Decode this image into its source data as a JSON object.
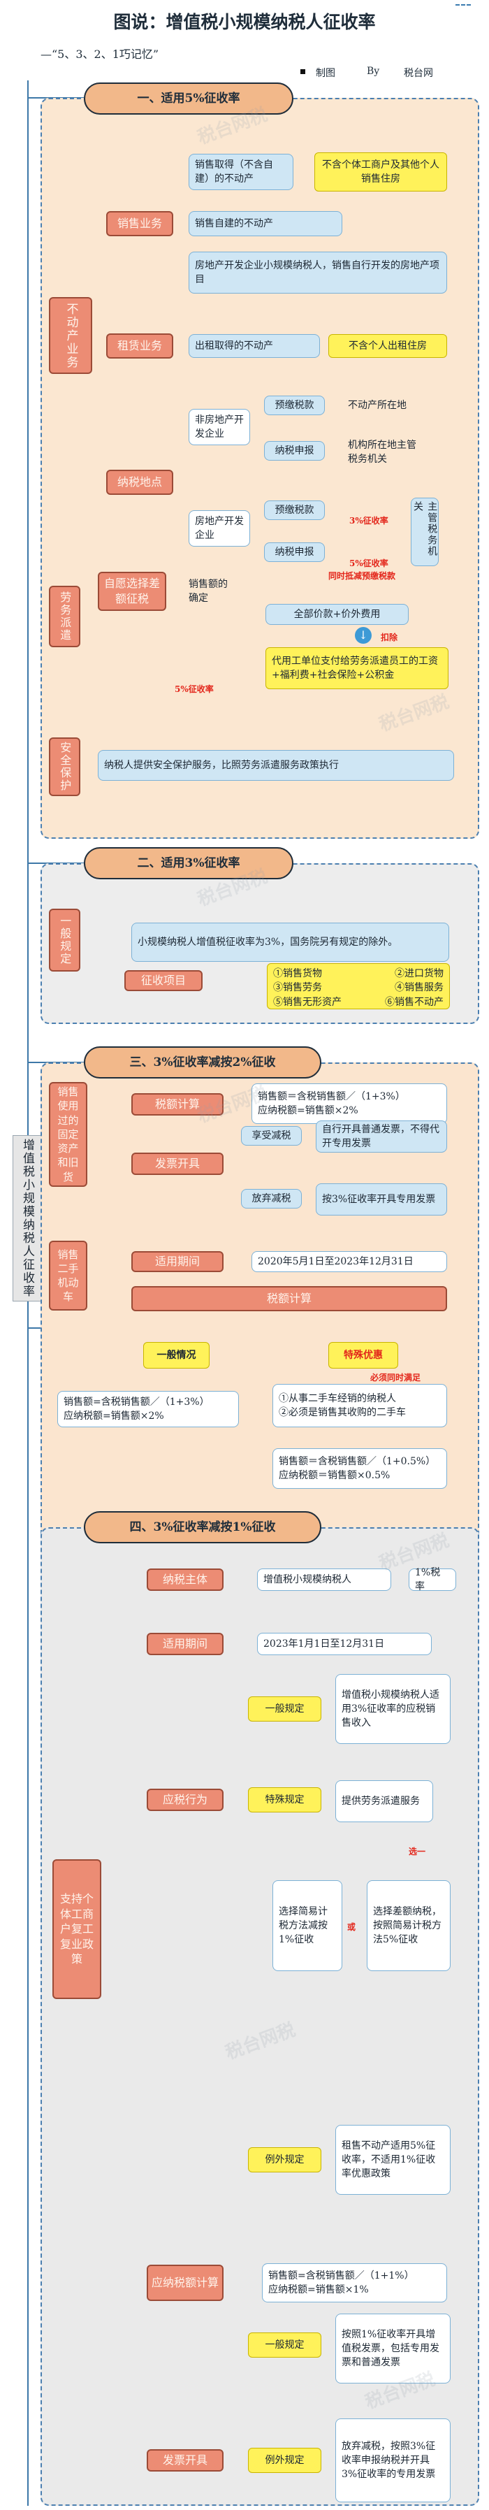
{
  "header": {
    "title": "图说：增值税小规模纳税人征收率",
    "subtitle": "—“5、3、2、1巧记忆”",
    "made": "制图",
    "by": "By",
    "org": "税台网"
  },
  "side_title": "增值税小规模纳税人征收率",
  "watermark": "税台网税",
  "s1": {
    "title": "一、适用5%征收率",
    "budongchan": "不动产业务",
    "xiaoshou": "销售业务",
    "zulin": "租赁业务",
    "nashuidi": "纳税地点",
    "qude": "销售取得（不含自建）的不动产",
    "qude_note": "不含个体工商户及其他个人销售住房",
    "zijian": "销售自建的不动产",
    "kaifa": "房地产开发企业小规模纳税人，销售自行开发的房地产项目",
    "chuzu": "出租取得的不动产",
    "chuzu_note": "不含个人出租住房",
    "fei_kaifa": "非房地产开发企业",
    "kaifa_qiye": "房地产开发企业",
    "yujiao": "预缴税款",
    "nashui_shenbao": "纳税申报",
    "budongchan_suozaidi": "不动产所在地",
    "jigou_suozaidi": "机构所在地主管税务机关",
    "yujiao2": "预缴税款",
    "nashui_shenbao2": "纳税申报",
    "rate3": "3%征收率",
    "rate5": "5%征收率",
    "zhuguan": "主管税务机关",
    "tongshi": "同时抵减预缴税款",
    "laowu": "劳务派遣",
    "chaefa": "自愿选择差额征税",
    "xiaoshoue": "销售额的确定",
    "quanbu": "全部价款+价外费用",
    "kouchu": "扣除",
    "daiwei": "代用工单位支付给劳务派遣员工的工资+福利费+社会保险+公积金",
    "rate5b": "5%征收率",
    "anquan": "安全保护",
    "anquan_text": "纳税人提供安全保护服务，比照劳务派遣服务政策执行"
  },
  "s2": {
    "title": "二、适用3%征收率",
    "guiding": "一般规定",
    "desc": "小规模纳税人增值税征收率为3%，国务院另有规定的除外。",
    "xiangmu": "征收项目",
    "items": [
      "①销售货物",
      "②进口货物",
      "③销售劳务",
      "④销售服务",
      "⑤销售无形资产",
      "⑥销售不动产"
    ]
  },
  "s3": {
    "title": "三、3%征收率减按2%征收",
    "guding": "销售使用过的固定资产和旧货",
    "shuie": "税额计算",
    "shuie_text": "销售额＝含税销售额／（1+3%）\n应纳税额=销售额×2%",
    "fapiao": "发票开具",
    "xiangshou": "享受减税",
    "xiangshou_text": "自行开具普通发票，不得代开专用发票",
    "fangqi": "放弃减税",
    "fangqi_text": "按3%征收率开具专用发票",
    "ershouche": "销售二手机动车",
    "qijian": "适用期间",
    "qijian_text": "2020年5月1日至2023年12月31日",
    "jisuan": "税额计算",
    "yiban": "一般情况",
    "teshu": "特殊优惠",
    "bixu": "必须同时满足",
    "yiban_text": "销售额=含税销售额／（1+3%）\n应纳税额=销售额×2%",
    "teshu_text": "①从事二手车经销的纳税人\n②必须是销售其收购的二手车",
    "teshu_calc": "销售额＝含税销售额／（1+0.5%）\n应纳税额＝销售额×0.5%"
  },
  "s4": {
    "title": "四、3%征收率减按1%征收",
    "zhichi": "支持个体工商户复工复业政策",
    "zhuti": "纳税主体",
    "zhuti_text": "增值税小规模纳税人",
    "zhuti_rate": "1%税率",
    "qijian": "适用期间",
    "qijian_text": "2023年1月1日至12月31日",
    "yingshui": "应税行为",
    "yiban": "一般规定",
    "yiban_text": "增值税小规模纳税人适用3%征收率的应税销售收入",
    "teshu": "特殊规定",
    "teshu_text": "提供劳务派遣服务",
    "xuan1": "选一",
    "opt1": "选择简易计税方法减按1%征收",
    "huo": "或",
    "opt2": "选择差额纳税，按照简易计税方法5%征收",
    "liwai": "例外规定",
    "liwai_text": "租售不动产适用5%征收率，不适用1%征收率优惠政策",
    "yingna": "应纳税额计算",
    "yingna_text": "销售额=含税销售额／（1+1%）\n应纳税额=销售额×1%",
    "fapiao": "发票开具",
    "fp_yiban": "一般规定",
    "fp_yiban_text": "按照1%征收率开具增值税发票，包括专用发票和普通发票",
    "fp_liwai": "例外规定",
    "fp_liwai_text": "放弃减税，按照3%征收率申报纳税并开具3%征收率的专用发票"
  },
  "colors": {
    "salmon": "#ec8c74",
    "blue_box": "#cfe6f4",
    "yellow": "#fff25a",
    "pill": "#f2b88a",
    "line": "#3d78a8",
    "red": "#e3261b"
  }
}
